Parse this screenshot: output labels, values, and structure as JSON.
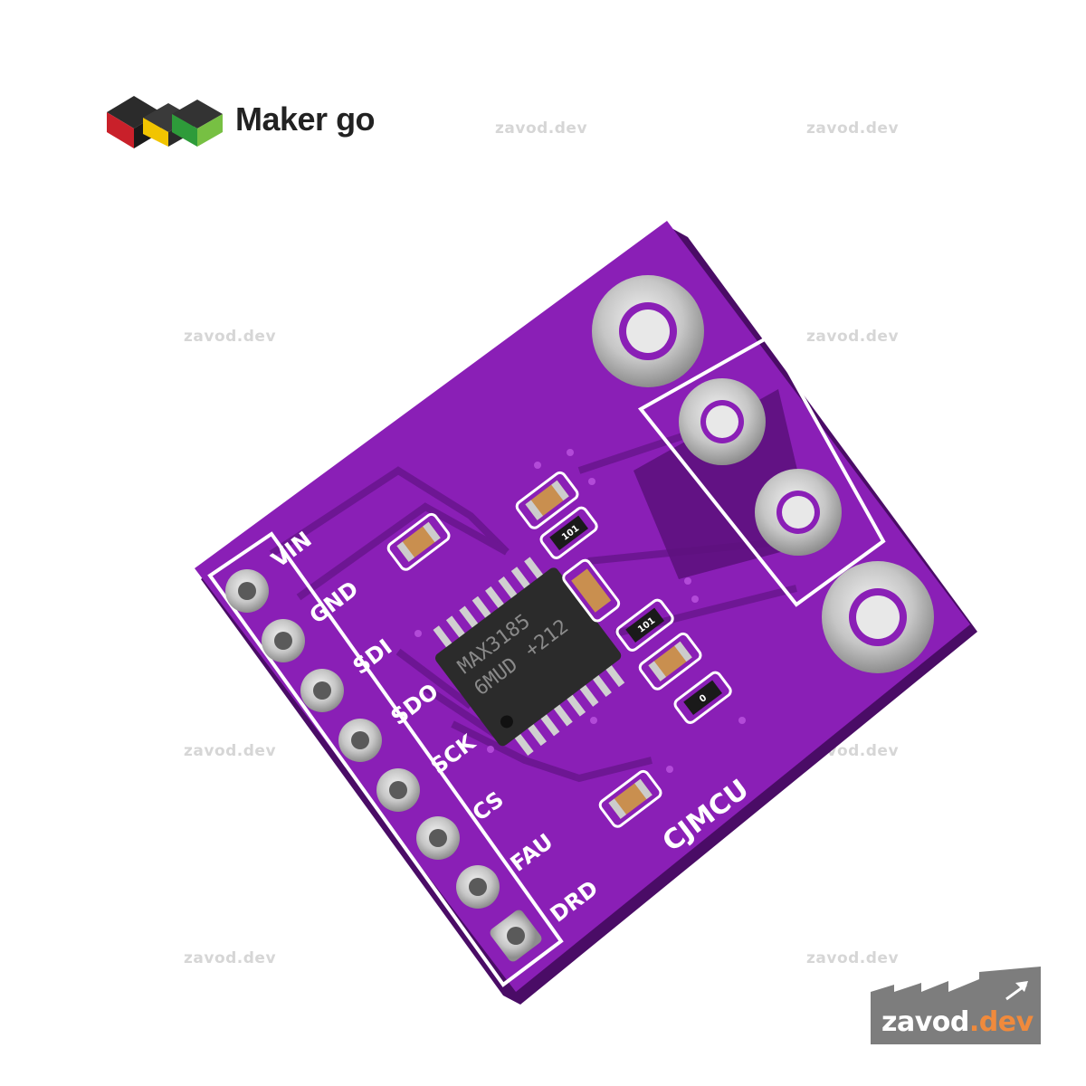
{
  "brand": {
    "name": "Maker go"
  },
  "watermark": {
    "text": "zavod.dev"
  },
  "board": {
    "pins": [
      "VIN",
      "GND",
      "SDI",
      "SDO",
      "SCK",
      "CS",
      "FAU",
      "DRD"
    ],
    "chip": {
      "line1": "MAX3185",
      "line2": "6MUD",
      "line3": "+212"
    },
    "resistors": [
      "101",
      "101",
      "0"
    ],
    "label": "CJMCU",
    "colors": {
      "pcb": "#8a1fb6",
      "pcb_dark": "#5d117e",
      "silk": "#ffffff",
      "pad": "#c9c9c9"
    }
  },
  "badge": {
    "text_main": "zavod",
    "text_accent": ".dev",
    "accent_color": "#f08a3c",
    "bg_color": "#7d7d7d"
  }
}
